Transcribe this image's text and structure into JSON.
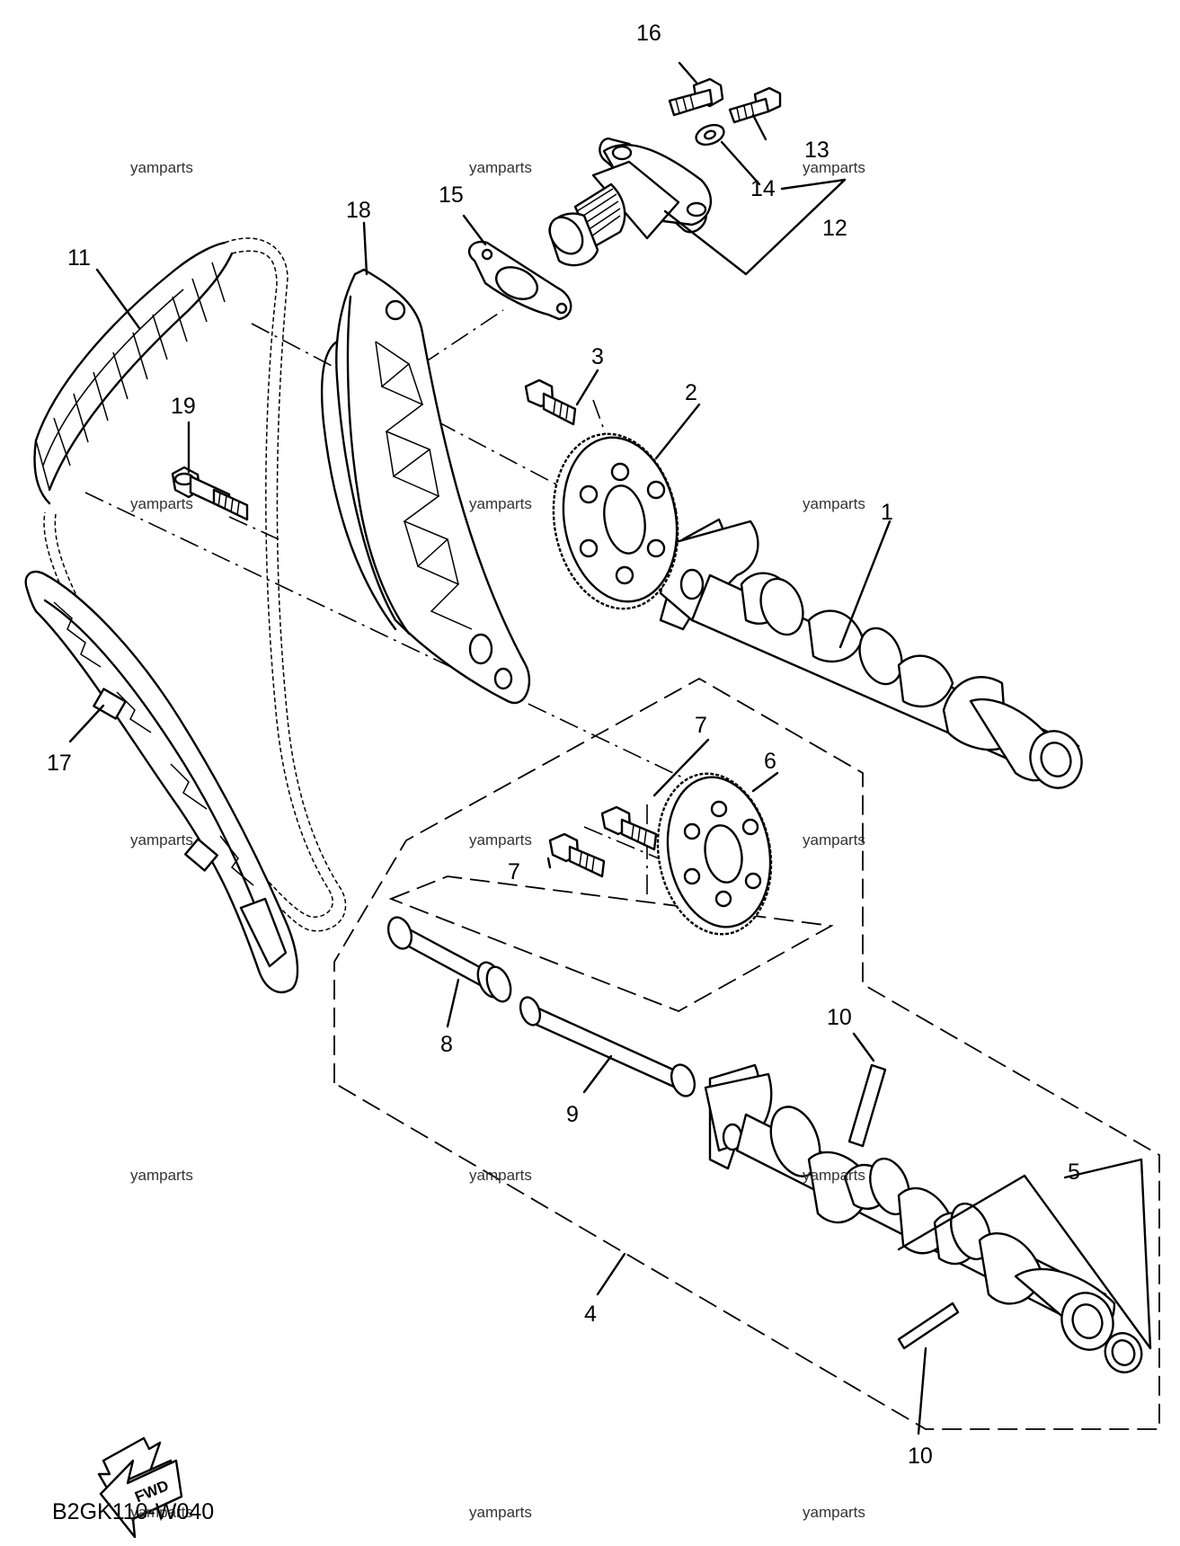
{
  "labels": {
    "n1": "1",
    "n2": "2",
    "n3": "3",
    "n4": "4",
    "n5": "5",
    "n6": "6",
    "n7a": "7",
    "n7b": "7",
    "n8": "8",
    "n9": "9",
    "n10a": "10",
    "n10b": "10",
    "n11": "11",
    "n12": "12",
    "n13": "13",
    "n14": "14",
    "n15": "15",
    "n16": "16",
    "n17": "17",
    "n18": "18",
    "n19": "19"
  },
  "watermark": "yamparts",
  "diagram_code": "B2GK110-W040",
  "fwd_label": "FWD"
}
